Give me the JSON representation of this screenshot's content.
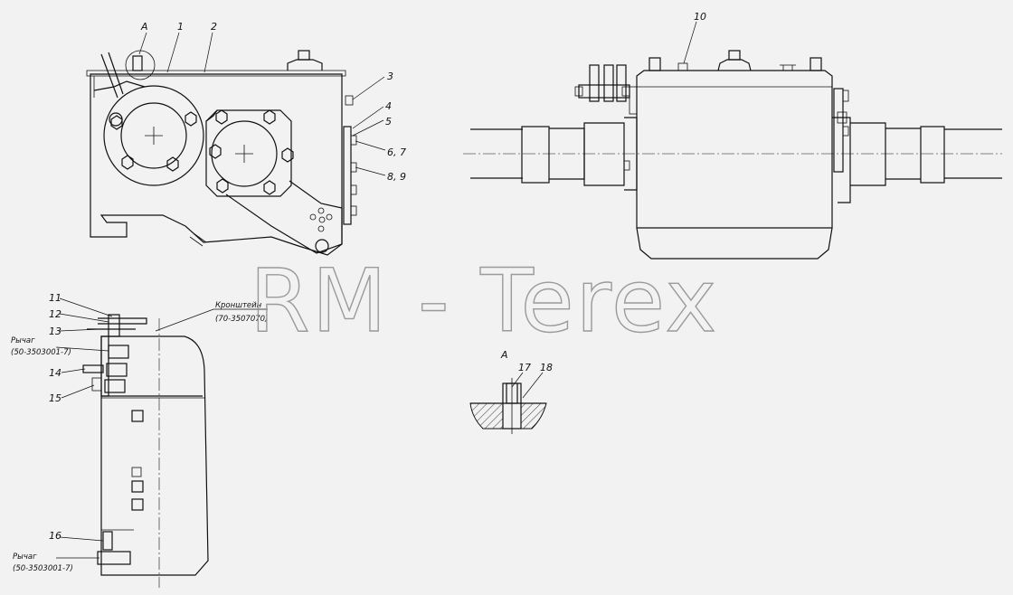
{
  "watermark": "RM - Terex",
  "view_label": "A",
  "detail_label": "A",
  "callouts": {
    "c1": "1",
    "c2": "2",
    "c3": "3",
    "c4": "4",
    "c5": "5",
    "c6_7": "6, 7",
    "c8_9": "8, 9",
    "c10": "10",
    "c11": "11",
    "c12": "12",
    "c13": "13",
    "c14": "14",
    "c15": "15",
    "c16": "16",
    "c17": "17",
    "c18": "18"
  },
  "notes": {
    "bracket_name": "Кронштейн",
    "bracket_code": "(70-3507070)",
    "lever_name": "Рычаг",
    "lever_code": "(50-3503001-7)"
  },
  "colors": {
    "background": "#f2f2f2",
    "line": "#111111",
    "watermark": "#9a9a9a"
  }
}
